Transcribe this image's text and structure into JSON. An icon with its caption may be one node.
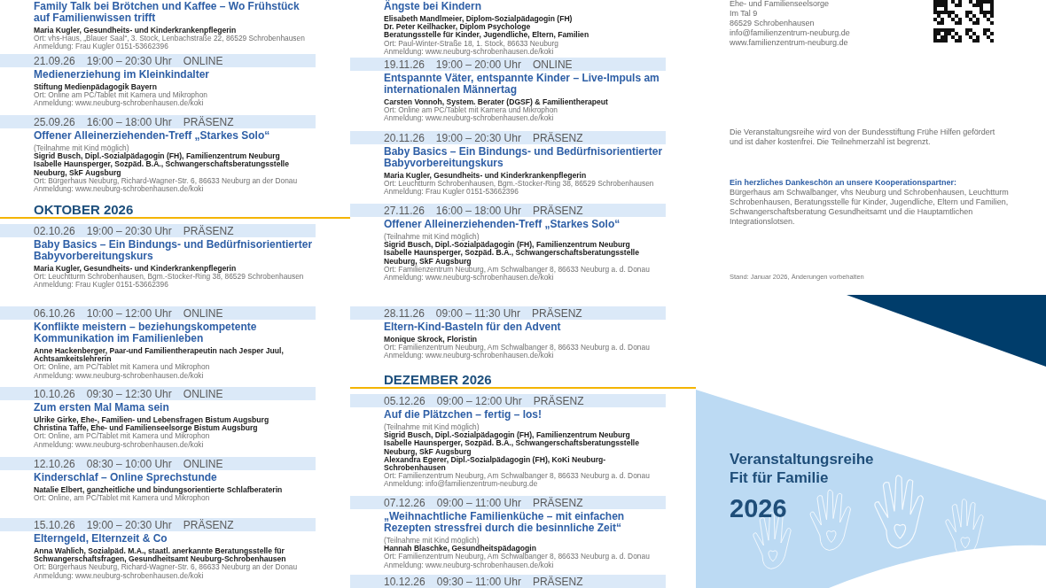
{
  "diagram": {
    "title": "Veranstaltungsreihe Fit für Familie",
    "nodes": [
      {
        "text": [
          "21.09.26",
          "19:00 – 20:30 Uhr",
          "ONLINE"
        ],
        "beside": [
          "Medienerziehung im Kleinkindalter",
          "Stiftung Medienpädagogik Bayern",
          "Ort: Online am PC/Tablet mit Kamera und Mikrophon",
          "Anmeldung: www.neuburg-schrobenhausen.de/koki"
        ]
      },
      {
        "text": [
          "25.09.26",
          "16:00 – 18:00 Uhr",
          "PRÄSENZ"
        ],
        "beside": [
          "Offener Alleinerziehenden-Treff „Starkes Solo“",
          "(Teilnahme mit Kind möglich)",
          "Sigrid Busch, Dipl.-Sozialpädagogin (FH), Familienzentrum Neuburg",
          "Isabelle Haunsperger, Sozpäd. B.A., Schwangerschaftsberatungsstelle Neuburg, SkF Augsburg",
          "Ort: Bürgerhaus Neuburg, Richard-Wagner-Str. 6, 86633 Neuburg an der Donau",
          "Anmeldung: www.neuburg-schrobenhausen.de/koki"
        ]
      },
      {
        "text": [
          "02.10.26",
          "19:00 – 20:30 Uhr",
          "PRÄSENZ"
        ],
        "beside": [
          "Baby Basics – Ein Bindungs- und Bedürfnisorientierter Babyvorbereitungskurs",
          "Maria Kugler, Gesundheits- und Kinderkrankenpflegerin",
          "Ort: Leuchtturm Schrobenhausen, Bgm.-Stocker-Ring 38, 86529 Schrobenhausen",
          "Anmeldung: Frau Kugler 0151-53662396"
        ]
      },
      {
        "text": [
          "06.10.26",
          "10:00 – 12:00 Uhr",
          "ONLINE"
        ],
        "beside": [
          "Konflikte meistern – beziehungskompetente Kommunikation im Familienleben",
          "Anne Hackenberger, Paar-und Familientherapeutin nach Jesper Juul, Achtsamkeitslehrerin",
          "Ort: Online, am PC/Tablet mit Kamera und Mikrophon",
          "Anmeldung: www.neuburg-schrobenhausen.de/koki"
        ]
      },
      {
        "text": [
          "10.10.26",
          "09:30 – 12:30 Uhr",
          "ONLINE"
        ],
        "beside": [
          "Zum ersten Mal Mama sein",
          "Ulrike Girke, Ehe-, Familien- und Lebensfragen Bistum Augsburg",
          "Christina Taffe, Ehe- und Familienseelsorge Bistum Augsburg",
          "Ort: Online, am PC/Tablet mit Kamera und Mikrophon",
          "Anmeldung: www.neuburg-schrobenhausen.de/koki"
        ]
      },
      {
        "text": [
          "12.10.26",
          "08:30 – 10:00 Uhr",
          "ONLINE"
        ],
        "beside": [
          "Kinderschlaf – Online Sprechstunde",
          "Natalie Elbert, ganzheitliche und bindungsorientierte Schlafberaterin",
          "Ort: Online, am PC/Tablet mit Kamera und Mikrophon"
        ]
      },
      {
        "text": [
          "15.10.26",
          "19:00 – 20:30 Uhr",
          "PRÄSENZ"
        ],
        "beside": [
          "Elterngeld, Elternzeit & Co",
          "Anna Wahlich, Sozialpäd. M.A., staatl. anerkannte Beratungsstelle für Schwangerschaftsfragen, Gesundheitsamt Neuburg-Schrobenhausen",
          "Ort: Bürgerhaus Neuburg, Richard-Wagner-Str. 6, 86633 Neuburg an der Donau",
          "Anmeldung: www.neuburg-schrobenhausen.de/koki"
        ]
      },
      {
        "text": [
          "19.11.26",
          "19:00 – 20:00 Uhr",
          "ONLINE"
        ],
        "beside": [
          "Entspannte Väter, entspannte Kinder – Live-Impuls am internationalen Männertag",
          "Carsten Vonnoh, System. Berater (DGSF) & Familientherapeut",
          "Ort: Online am PC/Tablet mit Kamera und Mikrophon",
          "Anmeldung: www.neuburg-schrobenhausen.de/koki"
        ]
      },
      {
        "text": [
          "20.11.26",
          "19:00 – 20:30 Uhr",
          "PRÄSENZ"
        ],
        "beside": [
          "Baby Basics – Ein Bindungs- und Bedürfnisorientierter Babyvorbereitungskurs",
          "Maria Kugler, Gesundheits- und Kinderkrankenpflegerin",
          "Ort: Leuchtturm Schrobenhausen, Bgm.-Stocker-Ring 38, 86529 Schrobenhausen",
          "Anmeldung: Frau Kugler 0151-53662396"
        ]
      },
      {
        "text": [
          "27.11.26",
          "16:00 – 18:00 Uhr",
          "PRÄSENZ"
        ],
        "beside": [
          "Offener Alleinerziehenden-Treff „Starkes Solo“",
          "(Teilnahme mit Kind möglich)",
          "Sigrid Busch, Dipl.-Sozialpädagogin (FH), Familienzentrum Neuburg",
          "Isabelle Haunsperger, Sozpäd. B.A., Schwangerschaftsberatungsstelle Neuburg, SkF Augsburg",
          "Ort: Familienzentrum Neuburg, Am Schwalbanger 8, 86633 Neuburg a. d. Donau",
          "Anmeldung: www.neuburg-schrobenhausen.de/koki"
        ]
      },
      {
        "text": [
          "28.11.26",
          "09:00 – 11:30 Uhr",
          "PRÄSENZ"
        ],
        "beside": [
          "Eltern-Kind-Basteln für den Advent",
          "Monique Skrock, Floristin",
          "Ort: Familienzentrum Neuburg, Am Schwalbanger 8, 86633 Neuburg a. d. Donau",
          "Anmeldung: www.neuburg-schrobenhausen.de/koki"
        ]
      },
      {
        "text": [
          "05.12.26",
          "09:00 – 12:00 Uhr",
          "PRÄSENZ"
        ],
        "beside": [
          "Auf die Plätzchen – fertig – los!",
          "(Teilnahme mit Kind möglich)",
          "Sigrid Busch, Dipl.-Sozialpädagogin (FH), Familienzentrum Neuburg",
          "Isabelle Haunsperger, Sozpäd. B.A., Schwangerschaftsberatungsstelle Neuburg, SkF Augsburg",
          "Alexandra Egerer, Dipl.-Sozialpädagogin (FH), KoKi Neuburg-Schrobenhausen",
          "Ort: Familienzentrum Neuburg, Am Schwalbanger 8, 86633 Neuburg a. d. Donau",
          "Anmeldung: info@familienzentrum-neuburg.de"
        ]
      },
      {
        "text": [
          "07.12.26",
          "09:00 – 11:00 Uhr",
          "PRÄSENZ"
        ],
        "beside": [
          "„Weihnachtliche Familienküche – mit einfachen Rezepten stressfrei durch die besinnliche Zeit“",
          "(Teilnahme mit Kind möglich)",
          "Hannah Blaschke, Gesundheitspädagogin",
          "Ort: Familienzentrum Neuburg, Am Schwalbanger 8, 86633 Neuburg a. d. Donau",
          "Anmeldung: www.neuburg-schrobenhausen.de/koki"
        ]
      },
      {
        "text": [
          "10.12.26",
          "09:30 – 11:00 Uhr",
          "PRÄSENZ"
        ]
      }
    ],
    "labels": [
      "Family Talk bei Brötchen und Kaffee – Wo Frühstück auf Familienwissen trifft",
      "Maria Kugler, Gesundheits- und Kinderkrankenpflegerin",
      "Ort: vhs-Haus, „Blauer Saal“, 3. Stock, Lenbachstraße 22, 86529 Schrobenhausen",
      "Anmeldung: Frau Kugler 0151-53662396",
      "OKTOBER 2026",
      "Ängste bei Kindern",
      "Elisabeth Mandlmeier, Diplom-Sozialpädagogin (FH)",
      "Dr. Peter Keilhacker, Diplom Psychologe",
      "Beratungsstelle für Kinder, Jugendliche, Eltern, Familien",
      "Ort: Paul-Winter-Straße 18, 1. Stock, 86633 Neuburg",
      "Anmeldung: www.neuburg-schrobenhausen.de/koki",
      "DEZEMBER 2026",
      "Ehe- und Familienseelsorge",
      "Im Tal 9",
      "86529 Schrobenhausen",
      "info@familienzentrum-neuburg.de",
      "www.familienzentrum-neuburg.de",
      "Die Veranstaltungsreihe wird von der Bundesstiftung Frühe Hilfen gefördert und ist daher kostenfrei. Die Teilnehmerzahl ist begrenzt.",
      "Ein herzliches Dankeschön an unsere Kooperationspartner:",
      "Bürgerhaus am Schwalbanger, vhs Neuburg und Schrobenhausen, Leuchtturm Schrobenhausen, Beratungsstelle für Kinder, Jugendliche, Eltern und Familien, Schwangerschaftsberatung Gesundheitsamt und die Hauptamtlichen Integrationslotsen.",
      "Stand: Januar 2026, Änderungen vorbehalten",
      "2026"
    ]
  }
}
